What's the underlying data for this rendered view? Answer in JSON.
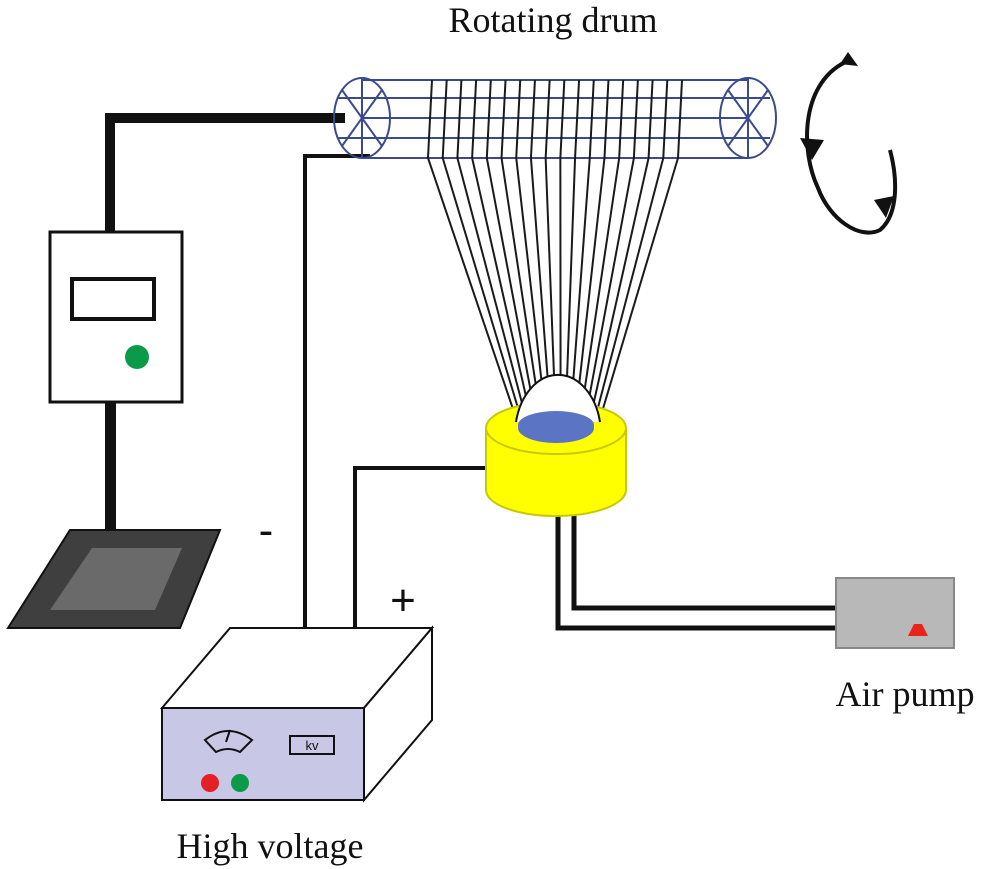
{
  "labels": {
    "drum": "Rotating drum",
    "air_pump": "Air pump",
    "high_voltage": "High voltage",
    "negative": "-",
    "positive": "+",
    "meter_unit": "kv"
  },
  "colors": {
    "drum_outline": "#3a4a8c",
    "fiber": "#1a1a1a",
    "spinneret_body": "#ffff00",
    "spinneret_outline": "#c8c800",
    "solution_surface": "#5b74c4",
    "power_supply_face": "#c8c8e6",
    "air_pump_body": "#b8b8b8",
    "pump_indicator": "#e8231a",
    "button_red": "#e41f26",
    "button_green": "#0a9a4a",
    "collector_plate": "#3f3f3f",
    "collector_inner": "#6a6a6a"
  },
  "icons": {
    "rotation": "circular-arrow-icon",
    "meter": "analog-meter-icon"
  }
}
